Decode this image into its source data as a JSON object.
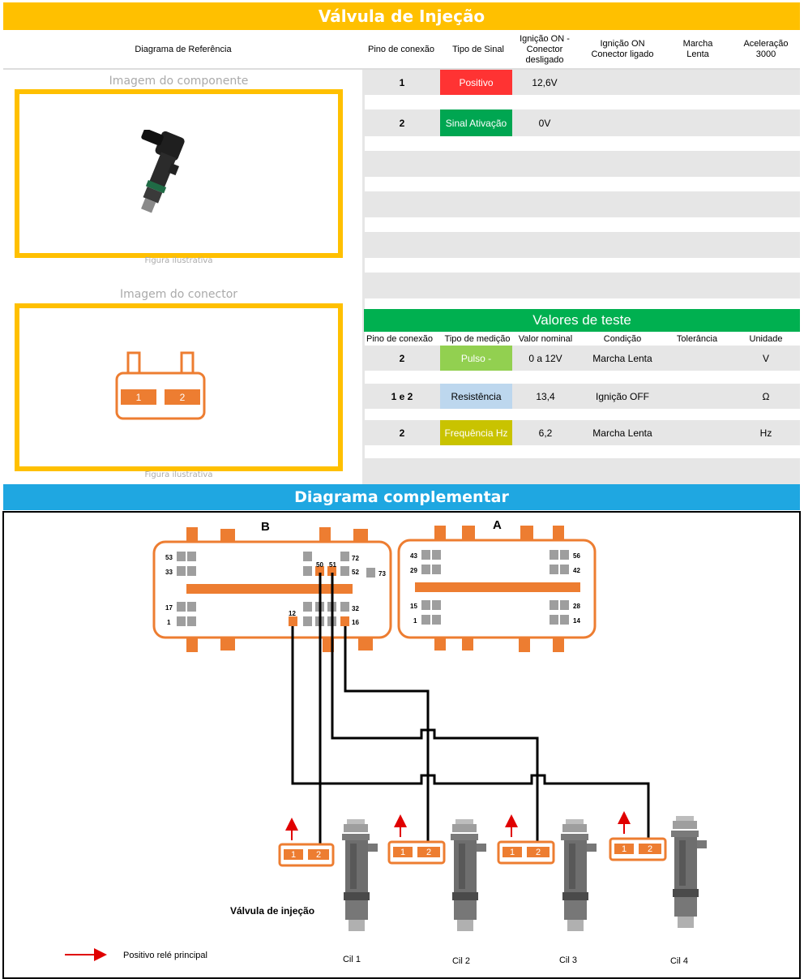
{
  "title": "Válvula de Injeção",
  "header": {
    "ref": "Diagrama de Referência",
    "pin": "Pino de conexão",
    "signal": "Tipo de Sinal",
    "ign_off": "Ignição ON - Conector desligado",
    "ign_on": "Ignição ON Conector ligado",
    "idle": "Marcha Lenta",
    "accel": "Aceleração 3000"
  },
  "pins": [
    {
      "pin": "1",
      "signal": "Positivo",
      "color": "#ff3333",
      "ign_off": "12,6V"
    },
    {
      "pin": "2",
      "signal": "Sinal Ativação",
      "color": "#00a651",
      "ign_off": "0V"
    }
  ],
  "images": {
    "component_title": "Imagem do componente",
    "component_caption": "Figura ilustrativa",
    "connector_title": "Imagem do conector",
    "connector_caption": "Figura ilustrativa",
    "connector_pins": [
      "1",
      "2"
    ]
  },
  "test": {
    "title": "Valores de teste",
    "headers": [
      "Pino de conexão",
      "Tipo de medição",
      "Valor nominal",
      "Condição",
      "Tolerância",
      "Unidade"
    ],
    "rows": [
      {
        "pin": "2",
        "type": "Pulso -",
        "color": "#92d050",
        "text_color": "#ffffff",
        "nominal": "0 a 12V",
        "condition": "Marcha Lenta",
        "tolerance": "",
        "unit": "V"
      },
      {
        "pin": "1 e 2",
        "type": "Resistência",
        "color": "#bdd7ee",
        "text_color": "#000000",
        "nominal": "13,4",
        "condition": "Ignição OFF",
        "tolerance": "",
        "unit": "Ω"
      },
      {
        "pin": "2",
        "type": "Frequência Hz",
        "color": "#c9c300",
        "text_color": "#ffffff",
        "nominal": "6,2",
        "condition": "Marcha Lenta",
        "tolerance": "",
        "unit": "Hz"
      }
    ]
  },
  "complementary": {
    "title": "Diagrama complementar",
    "connector_b": "B",
    "connector_a": "A",
    "b_pins": [
      "53",
      "33",
      "17",
      "1",
      "50",
      "51",
      "72",
      "52",
      "73",
      "12",
      "32",
      "16"
    ],
    "a_pins": [
      "43",
      "29",
      "15",
      "1",
      "56",
      "42",
      "28",
      "14"
    ],
    "injector_label": "Válvula de injeção",
    "cylinders": [
      "Cil 1",
      "Cil 2",
      "Cil 3",
      "Cil 4"
    ],
    "injector_pins": [
      "1",
      "2"
    ],
    "legend": "Positivo relé principal"
  },
  "colors": {
    "yellow": "#ffc000",
    "blue": "#1fa7e1",
    "green": "#00b050",
    "orange": "#ed7d31"
  }
}
